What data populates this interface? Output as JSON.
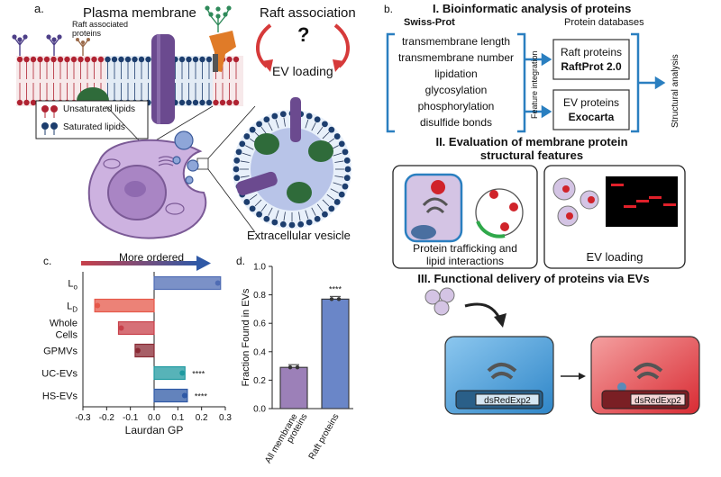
{
  "panel_a": {
    "label": "a.",
    "plasma_membrane": "Plasma membrane",
    "raft_proteins_line1": "Raft associated",
    "raft_proteins_line2": "proteins",
    "raft_association": "Raft association",
    "question": "?",
    "ev_loading": "EV loading",
    "legend_unsaturated": "Unsaturated lipids",
    "legend_saturated": "Saturated lipids",
    "extracellular_vesicle": "Extracellular vesicle",
    "colors": {
      "unsaturated": "#b02332",
      "saturated": "#1d3e6e",
      "cell": "#cdb2e0",
      "protein_green": "#2f6b3a",
      "protein_purple": "#6b4a8f",
      "protein_orange": "#e07b28",
      "arrow_red": "#d63a3a"
    }
  },
  "panel_b": {
    "label": "b.",
    "section1_title": "I. Bioinformatic analysis of proteins",
    "swissprot": "Swiss-Prot",
    "protein_databases": "Protein databases",
    "features": [
      "transmembrane length",
      "transmembrane number",
      "lipidation",
      "glycosylation",
      "phosphorylation",
      "disulfide bonds"
    ],
    "feature_integration": "Feature integration",
    "raft_proteins": "Raft proteins",
    "raftprot": "RaftProt 2.0",
    "ev_proteins": "EV proteins",
    "exocarta": "Exocarta",
    "structural_analysis": "Structural analysis",
    "section2_line1": "II. Evaluation of membrane protein",
    "section2_line2": "structural features",
    "trafficking_line1": "Protein trafficking and",
    "trafficking_line2": "lipid interactions",
    "ev_loading": "EV loading",
    "section3_title": "III. Functional delivery of proteins via EVs",
    "reporter_left": "dsRedExp2",
    "reporter_right": "dsRedExp2",
    "colors": {
      "bracket": "#2a7fc0",
      "blue_cell": "#4a9fd6",
      "red_cell": "#e2353c",
      "gel_band": "#e0202a"
    }
  },
  "panel_c": {
    "label": "c.",
    "arrow_label": "More ordered",
    "chart_data": {
      "type": "bar",
      "orientation": "horizontal",
      "categories": [
        "Lo",
        "LD",
        "Whole Cells",
        "GPMVs",
        "UC-EVs",
        "HS-EVs"
      ],
      "category_labels": [
        "L",
        "L",
        "Whole",
        "Cells",
        "GPMVs",
        "UC-EVs",
        "HS-EVs"
      ],
      "category_subscripts": [
        "o",
        "D"
      ],
      "values": [
        0.28,
        -0.25,
        -0.15,
        -0.08,
        0.13,
        0.14
      ],
      "colors": [
        "#4f6cb4",
        "#e6584a",
        "#c8404a",
        "#8a2a34",
        "#1f9aa0",
        "#2f59a6"
      ],
      "significance": [
        "",
        "",
        "",
        "",
        "****",
        "****"
      ],
      "xlabel": "Laurdan GP",
      "xlim": [
        -0.3,
        0.3
      ],
      "xticks": [
        "-0.3",
        "-0.2",
        "-0.1",
        "0.0",
        "0.1",
        "0.2",
        "0.3"
      ]
    }
  },
  "panel_d": {
    "label": "d.",
    "chart_data": {
      "type": "bar",
      "categories": [
        "All membrane proteins",
        "Raft proteins"
      ],
      "category_lines": [
        [
          "All membrane",
          "proteins"
        ],
        [
          "Raft proteins"
        ]
      ],
      "values": [
        0.29,
        0.77
      ],
      "colors": [
        "#9c80b8",
        "#6a86c8"
      ],
      "significance": [
        "",
        "****"
      ],
      "ylabel": "Fraction Found in EVs",
      "ylim": [
        0.0,
        1.0
      ],
      "yticks": [
        "0.0",
        "0.2",
        "0.4",
        "0.6",
        "0.8",
        "1.0"
      ]
    }
  }
}
